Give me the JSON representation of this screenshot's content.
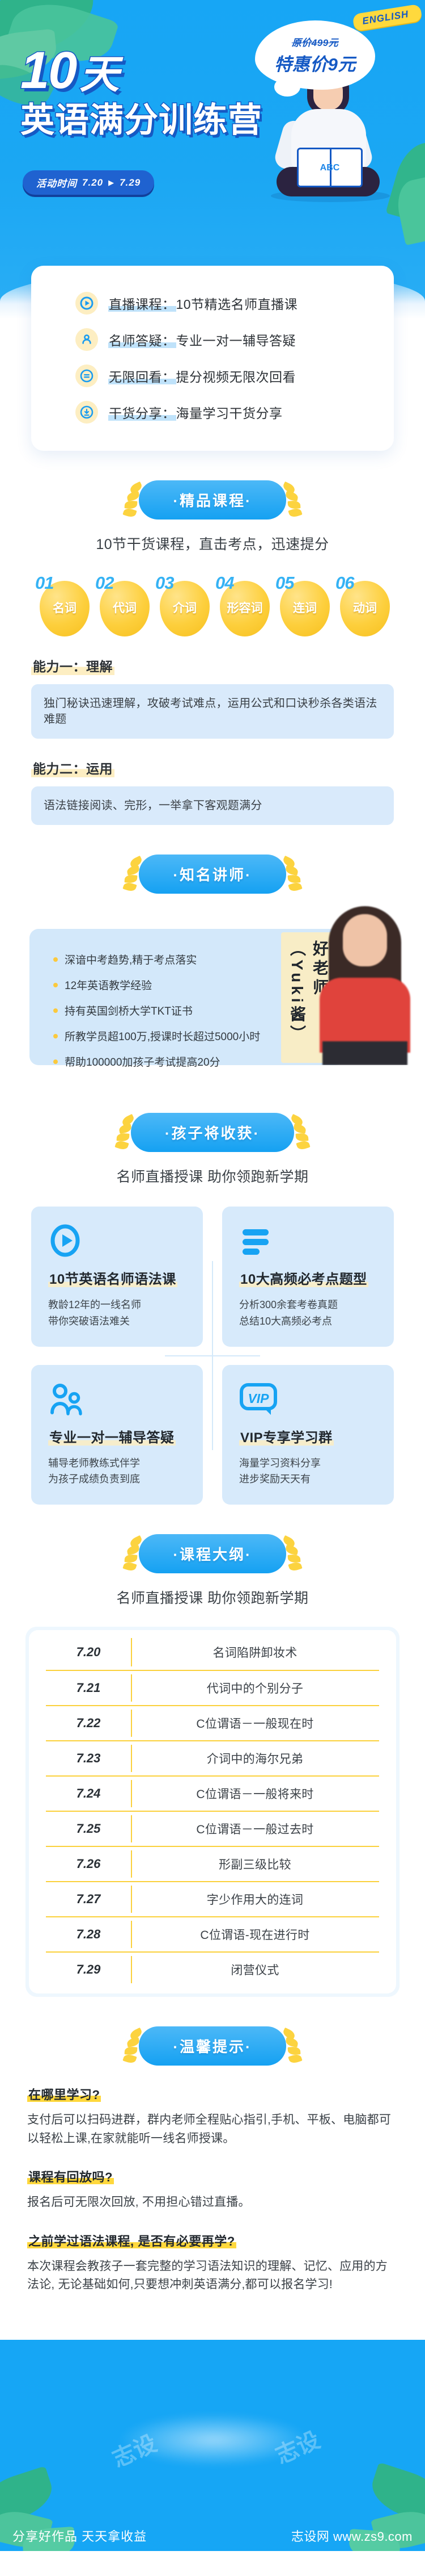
{
  "hero": {
    "days_number": "10",
    "days_unit": "天",
    "title_line2": "英语满分训练营",
    "price_old": "原价499元",
    "price_new": "特惠价9元",
    "english_ribbon": "ENGLISH",
    "time_label": "活动时间",
    "time_range_start": "7.20",
    "time_arrow": "▶",
    "time_range_end": "7.29",
    "book_text": "ABC"
  },
  "features": [
    {
      "icon": "play-circle-icon",
      "label": "直播课程：",
      "value": "10节精选名师直播课"
    },
    {
      "icon": "user-circle-icon",
      "label": "名师答疑：",
      "value": "专业一对一辅导答疑"
    },
    {
      "icon": "replay-circle-icon",
      "label": "无限回看：",
      "value": "提分视频无限次回看"
    },
    {
      "icon": "download-circle-icon",
      "label": "干货分享：",
      "value": "海量学习干货分享"
    }
  ],
  "sections": {
    "premium_course": {
      "title": "·精品课程·",
      "subtitle": "10节干货课程，直击考点，迅速提分"
    },
    "famous_teacher": {
      "title": "·知名讲师·"
    },
    "child_gains": {
      "title": "·孩子将收获·",
      "subtitle": "名师直播授课 助你领跑新学期"
    },
    "course_outline": {
      "title": "·课程大纲·",
      "subtitle": "名师直播授课 助你领跑新学期"
    },
    "warm_tips": {
      "title": "·温馨提示·"
    }
  },
  "badges": [
    {
      "num": "01",
      "word": "名词"
    },
    {
      "num": "02",
      "word": "代词"
    },
    {
      "num": "03",
      "word": "介词"
    },
    {
      "num": "04",
      "word": "形容词"
    },
    {
      "num": "05",
      "word": "连词"
    },
    {
      "num": "06",
      "word": "动词"
    }
  ],
  "abilities": [
    {
      "heading": "能力一：理解",
      "body": "独门秘诀迅速理解，攻破考试难点，运用公式和口诀秒杀各类语法难题"
    },
    {
      "heading": "能力二：运用",
      "body": "语法链接阅读、完形，一举拿下客观题满分"
    }
  ],
  "teacher": {
    "name_vertical": "好老师（Yuki酱）",
    "credentials": [
      "深谙中考趋势,精于考点落实",
      "12年英语教学经验",
      "持有英国剑桥大学TKT证书",
      "所教学员超100万,授课时长超过5000小时",
      "帮助100000加孩子考试提高20分"
    ]
  },
  "gains": [
    {
      "icon": "play-circle-outline-icon",
      "title": "10节英语名师语法课",
      "desc_line1": "教龄12年的一线名师",
      "desc_line2": "带你突破语法难关"
    },
    {
      "icon": "list-bars-icon",
      "title": "10大高频必考点题型",
      "desc_line1": "分析300余套考卷真题",
      "desc_line2": "总结10大高频必考点"
    },
    {
      "icon": "two-people-icon",
      "title": "专业一对一辅导答疑",
      "desc_line1": "辅导老师教练式伴学",
      "desc_line2": "为孩子成绩负责到底"
    },
    {
      "icon": "vip-bubble-icon",
      "title": "VIP专享学习群",
      "desc_line1": "海量学习资料分享",
      "desc_line2": "进步奖励天天有"
    }
  ],
  "schedule": [
    {
      "date": "7.20",
      "topic": "名词陷阱卸妆术"
    },
    {
      "date": "7.21",
      "topic": "代词中的个别分子"
    },
    {
      "date": "7.22",
      "topic": "C位谓语－一般现在时"
    },
    {
      "date": "7.23",
      "topic": "介词中的海尔兄弟"
    },
    {
      "date": "7.24",
      "topic": "C位谓语－一般将来时"
    },
    {
      "date": "7.25",
      "topic": "C位谓语－一般过去时"
    },
    {
      "date": "7.26",
      "topic": "形副三级比较"
    },
    {
      "date": "7.27",
      "topic": "字少作用大的连词"
    },
    {
      "date": "7.28",
      "topic": "C位谓语-现在进行时"
    },
    {
      "date": "7.29",
      "topic": "闭营仪式"
    }
  ],
  "tips": [
    {
      "question": "在哪里学习?",
      "answer": "支付后可以扫码进群，群内老师全程贴心指引,手机、平板、电脑都可以轻松上课,在家就能听一线名师授课。"
    },
    {
      "question": "课程有回放吗?",
      "answer": "报名后可无限次回放, 不用担心错过直播。"
    },
    {
      "question": "之前学过语法课程, 是否有必要再学?",
      "answer": "本次课程会教孩子一套完整的学习语法知识的理解、记忆、应用的方法论, 无论基础如何,只要想冲刺英语满分,都可以报名学习!"
    }
  ],
  "footer": {
    "watermark": "志设",
    "slogan": "分享好作品 天天拿收益",
    "site": "志设网 www.zs9.com"
  }
}
